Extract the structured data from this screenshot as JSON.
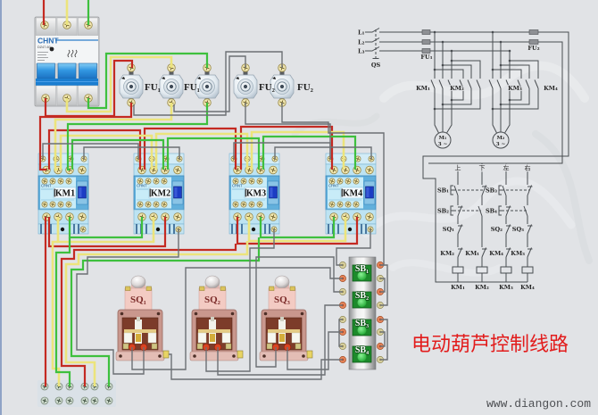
{
  "diagram": {
    "title": "电动葫芦控制线路",
    "website": "www.diangon.com"
  },
  "colors": {
    "background": "#e1e3e6",
    "title": "#e21c1c",
    "wire_phase_l1": "#c42a22",
    "wire_phase_l2": "#ece47c",
    "wire_phase_l3": "#3ec03e",
    "wire_control": "#6c7074"
  },
  "breaker": {
    "brand": "CHNT",
    "model": "DZ47-60"
  },
  "fuse_labels": [
    "FU₁",
    "FU₁",
    "FU₂",
    "FU₂"
  ],
  "contactors": [
    {
      "brand": "CHNT",
      "label": "KM1"
    },
    {
      "brand": "CHNT",
      "label": "KM2"
    },
    {
      "brand": "CHNT",
      "label": "KM3"
    },
    {
      "brand": "CHNT",
      "label": "KM4"
    }
  ],
  "limit_switches": [
    {
      "label": "SQ₁"
    },
    {
      "label": "SQ₂"
    },
    {
      "label": "SQ₃"
    }
  ],
  "pushbuttons": [
    {
      "label": "SB₁"
    },
    {
      "label": "SB₂"
    },
    {
      "label": "SB₃"
    },
    {
      "label": "SB₄"
    }
  ],
  "schematic": {
    "power": {
      "lines": [
        "L₁",
        "L₂",
        "L₃"
      ],
      "main_switch": "QS",
      "fuse_main": "FU₁",
      "fuse_control": "FU₂",
      "contactors": [
        "KM₁",
        "KM₂",
        "KM₃",
        "KM₄"
      ],
      "motors": [
        {
          "label": "M₁",
          "type": "3 ~"
        },
        {
          "label": "M₂",
          "type": "3 ~"
        }
      ]
    },
    "control": {
      "directions": [
        "上",
        "下",
        "左",
        "右"
      ],
      "pushbuttons": [
        "SB₁",
        "SB₂",
        "SB₃",
        "SB₄"
      ],
      "limits": [
        "SQ₁",
        "SQ₂",
        "SQ₃"
      ],
      "interlocks": [
        "KM₂",
        "KM₁",
        "KM₄",
        "KM₃"
      ],
      "coils": [
        "KM₁",
        "KM₂",
        "KM₃",
        "KM₄"
      ]
    }
  }
}
